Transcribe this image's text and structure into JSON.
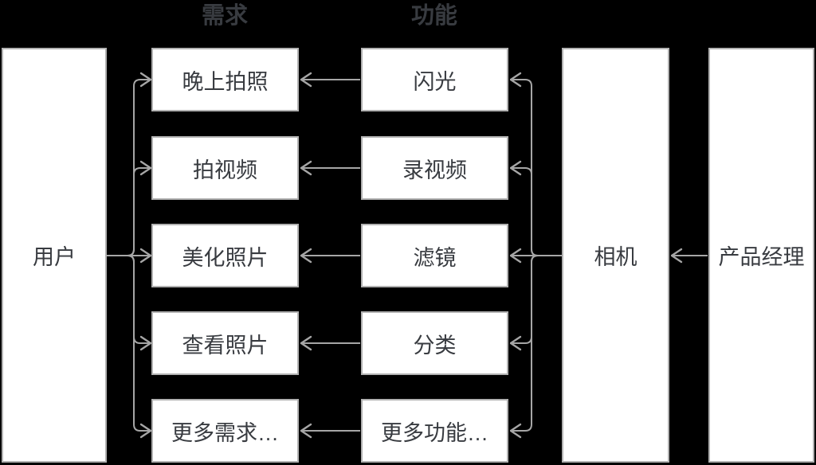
{
  "diagram": {
    "headers": {
      "needs": "需求",
      "functions": "功能"
    },
    "actors": {
      "user": "用户",
      "camera": "相机",
      "product_manager": "产品经理"
    },
    "needs": [
      "晚上拍照",
      "拍视频",
      "美化照片",
      "查看照片",
      "更多需求…"
    ],
    "functions": [
      "闪光",
      "录视频",
      "滤镜",
      "分类",
      "更多功能…"
    ],
    "edges": [
      {
        "from": "用户",
        "to": "晚上拍照"
      },
      {
        "from": "用户",
        "to": "拍视频"
      },
      {
        "from": "用户",
        "to": "美化照片"
      },
      {
        "from": "用户",
        "to": "查看照片"
      },
      {
        "from": "用户",
        "to": "更多需求…"
      },
      {
        "from": "闪光",
        "to": "晚上拍照"
      },
      {
        "from": "录视频",
        "to": "拍视频"
      },
      {
        "from": "滤镜",
        "to": "美化照片"
      },
      {
        "from": "分类",
        "to": "查看照片"
      },
      {
        "from": "更多功能…",
        "to": "更多需求…"
      },
      {
        "from": "相机",
        "to": "闪光"
      },
      {
        "from": "相机",
        "to": "录视频"
      },
      {
        "from": "相机",
        "to": "滤镜"
      },
      {
        "from": "相机",
        "to": "分类"
      },
      {
        "from": "相机",
        "to": "更多功能…"
      },
      {
        "from": "产品经理",
        "to": "相机"
      }
    ]
  },
  "colors": {
    "background": "#000000",
    "box_fill": "#ffffff",
    "box_border": "#b2b2b2",
    "text": "#383b40",
    "arrow": "#a6a6a6"
  }
}
